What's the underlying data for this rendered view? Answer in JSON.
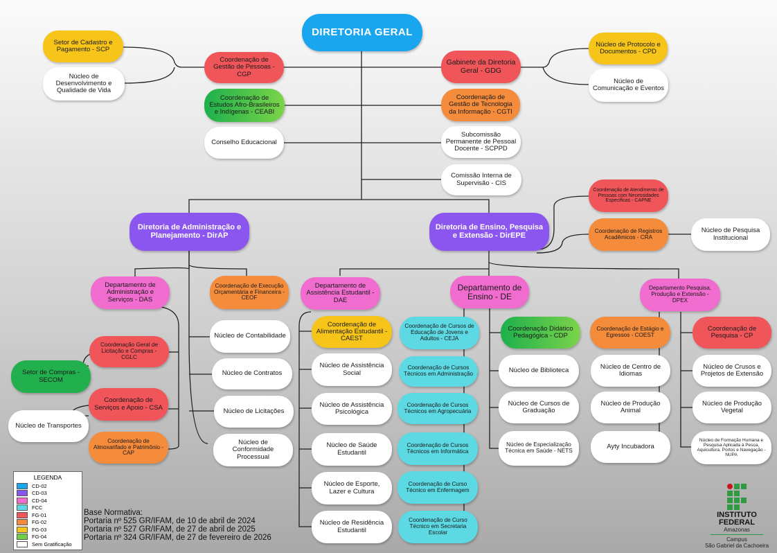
{
  "colors": {
    "cd02": "#1aa6ef",
    "cd03": "#8b55f0",
    "cd04": "#f06ccf",
    "fcc": "#5cd9e2",
    "fg01": "#f0555a",
    "fg02": "#f58c3c",
    "fg03": "#f7c419",
    "fg04": "#22b04e",
    "none": "#ffffff"
  },
  "nodes": {
    "dg": "DIRETORIA GERAL",
    "cgp": "Coordenação de Gestão de Pessoas - CGP",
    "scp": "Setor de Cadastro e Pagamento - SCP",
    "ndqv": "Núcleo de Desenvolvimento e Qualidade de Vida",
    "ceabi": "Coordenação de Estudos Afro-Brasileiros e Indígenas - CEABI",
    "ce": "Conselho Educacional",
    "gdg": "Gabinete da Diretoria Geral - GDG",
    "cpd": "Núcleo de Protocolo e Documentos - CPD",
    "nce": "Núcleo de Comunicação e Eventos",
    "cgti": "Coordenação de Gestão de Tecnologia da Informação - CGTI",
    "scppd": "Subcomissão Permanente de Pessoal Docente - SCPPD",
    "cis": "Comissão Interna de Supervisão - CIS",
    "capne": "Coordenação de Atendimento de Pessoas com Necessidades Específicas - CAPNE",
    "cra": "Coordenação de Registros Acadêmicos - CRA",
    "npi": "Núcleo de Pesquisa Institucional",
    "dirap": "Diretoria de Administração e Planejamento - DirAP",
    "direpe": "Diretoria de Ensino, Pesquisa e Extensão - DirEPE",
    "das": "Departamento de Administração e Serviços - DAS",
    "ceof": "Coordenação de Execução Orçamentária e Financeira - CEOF",
    "cglc": "Coordenação Geral de Licitação e Compras - CGLC",
    "secom": "Setor de Compras - SECOM",
    "csa": "Coordenação de Serviços e Apoio - CSA",
    "ntr": "Núcleo de Transportes",
    "cap": "Coordenação de Almoxarifado e Patrimônio - CAP",
    "nco": "Núcleo de Contabilidade",
    "nct": "Núcleo de Contratos",
    "nli": "Núcleo de Licitações",
    "ncp": "Núcleo de Conformidade Processual",
    "dae": "Departamento de Assistência Estudantil - DAE",
    "caest": "Coordenação de Alimentação Estudantil - CAEST",
    "nas": "Núcleo de Assistência Social",
    "nap": "Núcleo de Assistência Psicológica",
    "nse": "Núcleo de Saúde Estudantil",
    "nelc": "Núcleo de Esporte, Lazer e Cultura",
    "nre": "Núcleo de Residência Estudantil",
    "de": "Departamento de Ensino - DE",
    "ceja": "Coordenação de Cursos de Educação de Jovens e Adultos - CEJA",
    "cadm": "Coordenação de Cursos Técnicos em Administração",
    "cagro": "Coordenação de Cursos Técnicos em Agropecuária",
    "cinf": "Coordenação de Cursos Técnicos em Informática",
    "cenf": "Coordenação de Curso Técnico em Enfermagem",
    "csec": "Coordenação de Curso Técnico em Secretaria Escolar",
    "cdp": "Coordenação Didático Pedagógica - CDP",
    "nbib": "Núcleo de Biblioteca",
    "ncg": "Núcleo de Cursos de Graduação",
    "nets": "Núcleo de Especialização Técnica em Saúde - NETS",
    "dpex": "Departamento Pesquisa, Produção e Extensão - DPEX",
    "coest": "Coordenação de Estágio e Egressos - COEST",
    "ncid": "Núcleo de Centro de Idiomas",
    "npa": "Núcleo de Produção Animal",
    "ayty": "Ayty Incubadora",
    "cp": "Coordenação de Pesquisa - CP",
    "ncpe": "Núcleo de Crusos e Projetos de Extensão",
    "npv": "Núcleo de Produção Vegetal",
    "nupa": "Núcleo de Formação Humana e Pesquisa Aplicada à Pesca, Aquicultura, Portos e Navegação - NUPA"
  },
  "legend": {
    "title": "LEGENDA",
    "items": [
      {
        "label": "CD-02",
        "color": "#1aa6ef"
      },
      {
        "label": "CD-03",
        "color": "#8b55f0"
      },
      {
        "label": "CD-04",
        "color": "#f06ccf"
      },
      {
        "label": "FCC",
        "color": "#5cd9e2"
      },
      {
        "label": "FG-01",
        "color": "#f0555a"
      },
      {
        "label": "FG-02",
        "color": "#f58c3c"
      },
      {
        "label": "FG-03",
        "color": "#f7c419"
      },
      {
        "label": "FG-04",
        "color": "#6fd04a"
      },
      {
        "label": "Sem Gratificação",
        "color": "#ffffff"
      }
    ]
  },
  "base": {
    "title": "Base Normativa:",
    "lines": [
      "Portaria nº 525 GR/IFAM, de 10 de abril de 2024",
      "Portaria nº 527 GR/IFAM, de 27 de abril de 2025",
      "Portaria nº 324 GR/IFAM, de 27 de fevereiro de 2026"
    ]
  },
  "logo": {
    "line1": "INSTITUTO",
    "line2": "FEDERAL",
    "state": "Amazonas",
    "campus1": "Campus",
    "campus2": "São Gabriel da Cachoeira"
  }
}
